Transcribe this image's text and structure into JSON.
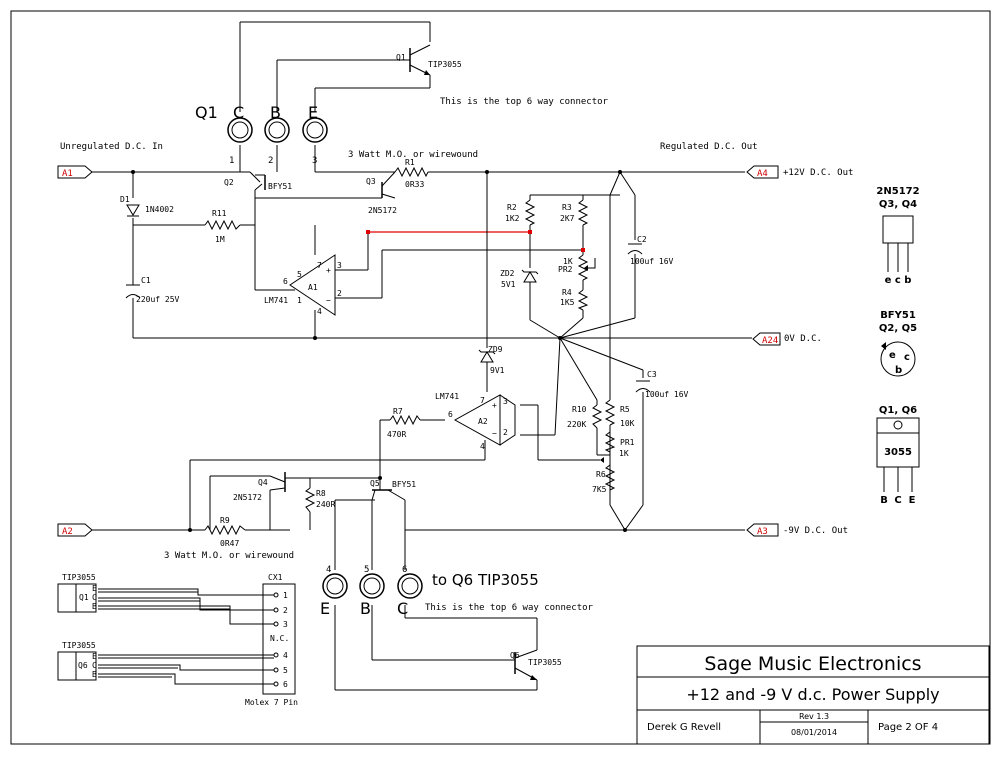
{
  "ports": {
    "a1": "A1",
    "a2": "A2",
    "a3": "A3",
    "a4": "A4",
    "a24": "A24"
  },
  "nets": {
    "unregulated_in": "Unregulated D.C. In",
    "regulated_out": "Regulated D.C. Out",
    "plus12_out": "+12V D.C. Out",
    "zero_v": "0V D.C.",
    "minus9_out": "-9V D.C. Out",
    "wirewound_top": "3 Watt M.O. or wirewound",
    "wirewound_bottom": "3 Watt M.O. or wirewound"
  },
  "connectors": {
    "top_note": "This is the top 6 way connector",
    "bottom_note": "This is the top 6 way connector",
    "q1_label": "Q1",
    "q6_label": "to Q6 TIP3055",
    "top_pins": [
      {
        "letter": "C",
        "num": "1"
      },
      {
        "letter": "B",
        "num": "2"
      },
      {
        "letter": "E",
        "num": "3"
      }
    ],
    "bottom_pins": [
      {
        "letter": "E",
        "num": "4"
      },
      {
        "letter": "B",
        "num": "5"
      },
      {
        "letter": "C",
        "num": "6"
      }
    ]
  },
  "components": {
    "q1": "Q1",
    "q1_type": "TIP3055",
    "q2": "Q2",
    "q2_type": "BFY51",
    "q3": "Q3",
    "q3_type": "2N5172",
    "q4": "Q4",
    "q4_type": "2N5172",
    "q5": "Q5",
    "q5_type": "BFY51",
    "q6": "Q6",
    "q6_type": "TIP3055",
    "r1": "R1",
    "r1_val": "0R33",
    "r2": "R2",
    "r2_val": "1K2",
    "r3": "R3",
    "r3_val": "2K7",
    "r4": "R4",
    "r4_val": "1K5",
    "r5": "R5",
    "r5_val": "10K",
    "r6": "R6",
    "r6_val": "7K5",
    "r7": "R7",
    "r7_val": "470R",
    "r8": "R8",
    "r8_val": "240R",
    "r9": "R9",
    "r9_val": "0R47",
    "r10": "R10",
    "r10_val": "220K",
    "r11": "R11",
    "r11_val": "1M",
    "pr1": "PR1",
    "pr1_val": "1K",
    "pr2": "PR2",
    "pr2_val": "1K",
    "c1": "C1",
    "c1_val": "220uf 25V",
    "c2": "C2",
    "c2_val": "100uf 16V",
    "c3": "C3",
    "c3_val": "100uf 16V",
    "d1": "D1",
    "d1_val": "1N4002",
    "zd1": "ZD2",
    "zd1_val": "5V1",
    "zd2": "ZD9",
    "zd2_val": "9V1",
    "a1": "A1",
    "a1_type": "LM741",
    "a2": "A2",
    "a2_type": "LM741",
    "cx1": "CX1",
    "cx1_desc": "Molex 7 Pin"
  },
  "opamp_pins": {
    "a1": [
      "7",
      "3",
      "2",
      "6",
      "4",
      "5",
      "1"
    ],
    "a2": [
      "7",
      "3",
      "2",
      "6",
      "4"
    ]
  },
  "molex": {
    "pins": [
      "1",
      "2",
      "3",
      "N.C.",
      "4",
      "5",
      "6"
    ],
    "q1_type": "TIP3055",
    "q1": "Q1",
    "q6_type": "TIP3055",
    "q6": "Q6",
    "pin_letters": [
      "E",
      "C",
      "B"
    ]
  },
  "pinouts": {
    "n2n5172_title": "2N5172",
    "n2n5172_sub": "Q3, Q4",
    "n2n5172_pins": "e c b",
    "bfy51_title": "BFY51",
    "bfy51_sub": "Q2, Q5",
    "bfy51_pins": [
      "e",
      "c",
      "b"
    ],
    "tip_title": "Q1, Q6",
    "tip_body": "3055",
    "tip_pins": [
      "B",
      "C",
      "E"
    ]
  },
  "title_block": {
    "company": "Sage Music Electronics",
    "title": "+12 and -9 V d.c. Power Supply",
    "author": "Derek G Revell",
    "rev": "Rev 1.3",
    "date": "08/01/2014",
    "page": "Page 2 OF 4"
  }
}
